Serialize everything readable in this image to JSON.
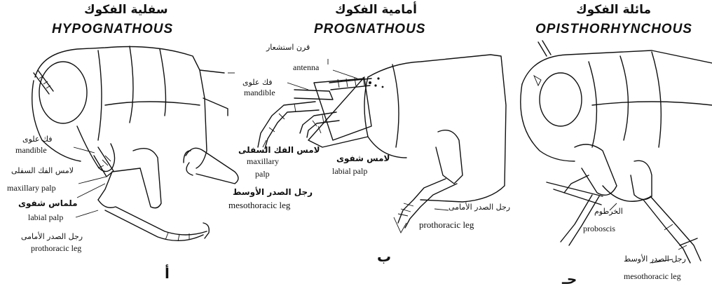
{
  "panels": {
    "hypognathous": {
      "title_ar": "سفلية الفكوك",
      "title_en": "HYPOGNATHOUS",
      "letter": "أ",
      "labels": {
        "mandible_ar": "فك علوى",
        "mandible_en": "mandible",
        "maxillary_palp_ar": "لامس الفك السفلى",
        "maxillary_palp_en": "maxillary palp",
        "labial_palp_ar": "ملماس شفوى",
        "labial_palp_en": "labial palp",
        "prothoracic_leg_ar": "رجل الصدر الأمامى",
        "prothoracic_leg_en": "prothoracic leg",
        "mesothoracic_leg_ar": "رجل الصدر الأوسط",
        "mesothoracic_leg_en": "mesothoracic leg"
      }
    },
    "prognathous": {
      "title_ar": "أمامية الفكوك",
      "title_en": "PROGNATHOUS",
      "letter": "ب",
      "labels": {
        "antenna_ar": "قرن استشعار",
        "antenna_en": "antenna",
        "mandible_ar": "فك علوى",
        "mandible_en": "mandible",
        "maxillary_palp_ar": "لامس الفك السفلى",
        "maxillary_palp_en": "maxillary",
        "maxillary_palp_en2": "palp",
        "labial_palp_ar": "لامس شفوى",
        "labial_palp_en": "labial palp",
        "prothoracic_leg_ar": "رجل الصدر الأمامى",
        "prothoracic_leg_en": "prothoracic leg"
      }
    },
    "opisthorhynchous": {
      "title_ar": "مائلة الفكوك",
      "title_en": "OPISTHORHYNCHOUS",
      "letter": "حـ",
      "labels": {
        "proboscis_ar": "الخرطوم",
        "proboscis_en": "proboscis",
        "mesothoracic_leg_ar": "رجل الصدر الأوسط",
        "mesothoracic_leg_en": "mesothoracic leg"
      }
    }
  }
}
